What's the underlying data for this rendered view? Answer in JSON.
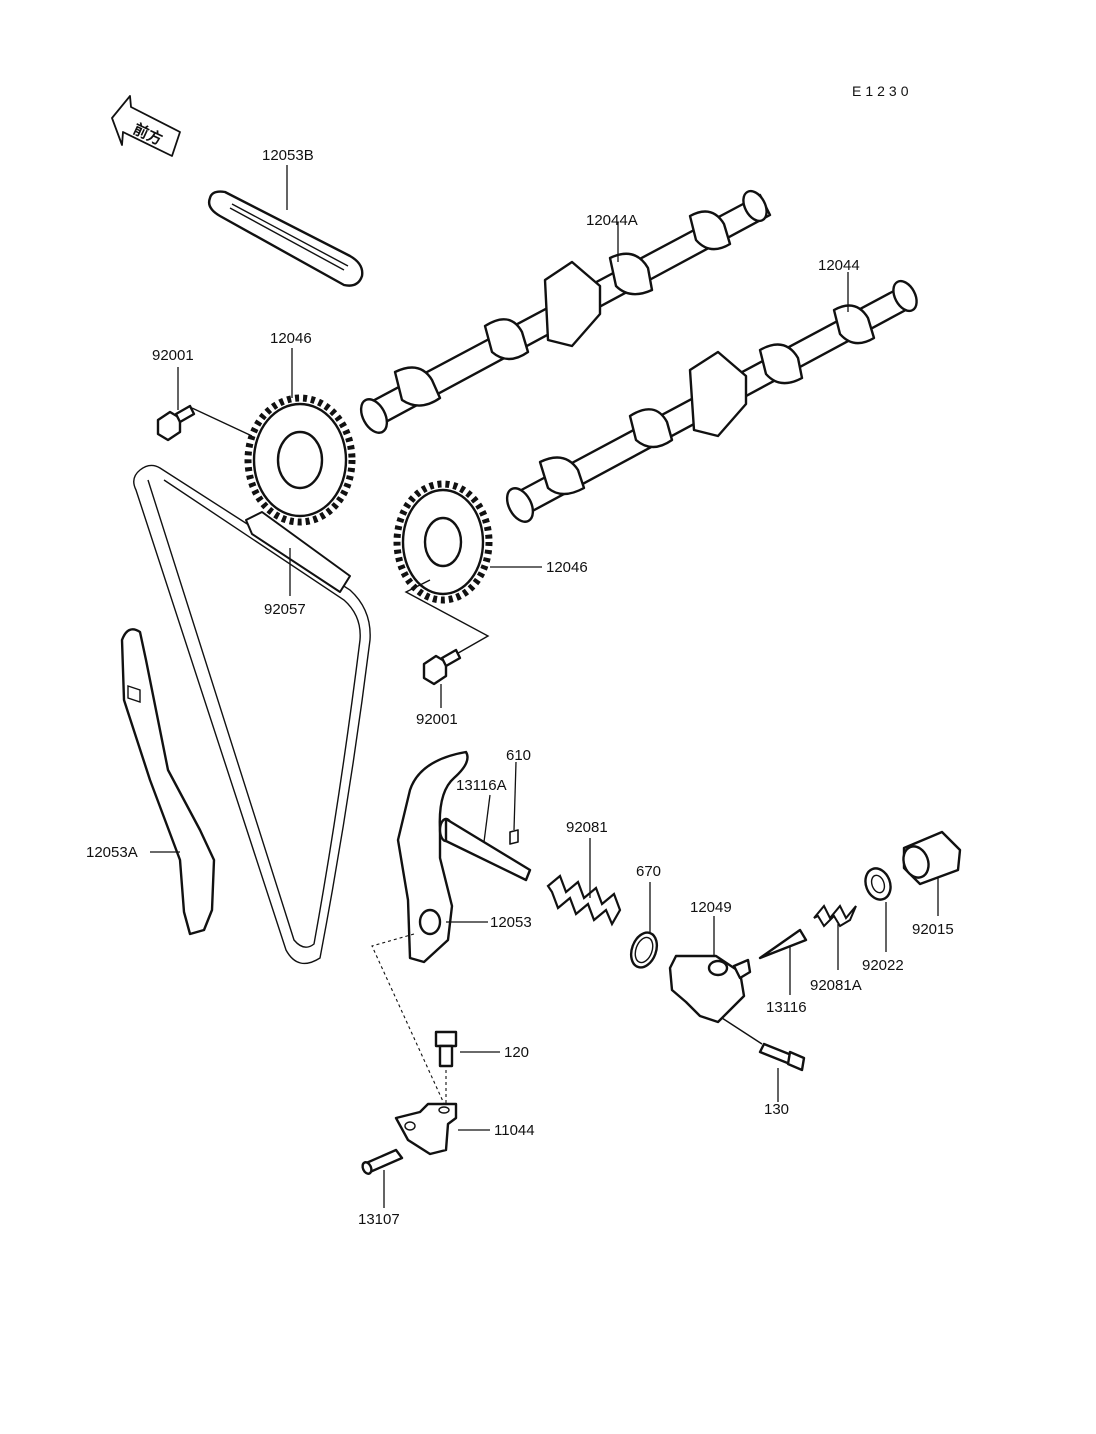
{
  "diagram": {
    "code": "E1230",
    "direction_label": "前方",
    "parts": {
      "chain_guide_upper": "12053B",
      "camshaft_a": "12044A",
      "camshaft_b": "12044",
      "bolt_upper": "92001",
      "sprocket_upper": "12046",
      "sprocket_lower": "12046",
      "chain": "92057",
      "bolt_lower": "92001",
      "chain_guide_front": "12053A",
      "pin_610": "610",
      "rod_13116a": "13116A",
      "spring_92081": "92081",
      "oring_670": "670",
      "tensioner_guide": "12053",
      "tensioner_body": "12049",
      "rod_13116": "13116",
      "spring_92081a": "92081A",
      "washer_92022": "92022",
      "cap_92015": "92015",
      "bolt_120": "120",
      "bracket_11044": "11044",
      "bolt_130": "130",
      "dowel_13107": "13107"
    }
  }
}
